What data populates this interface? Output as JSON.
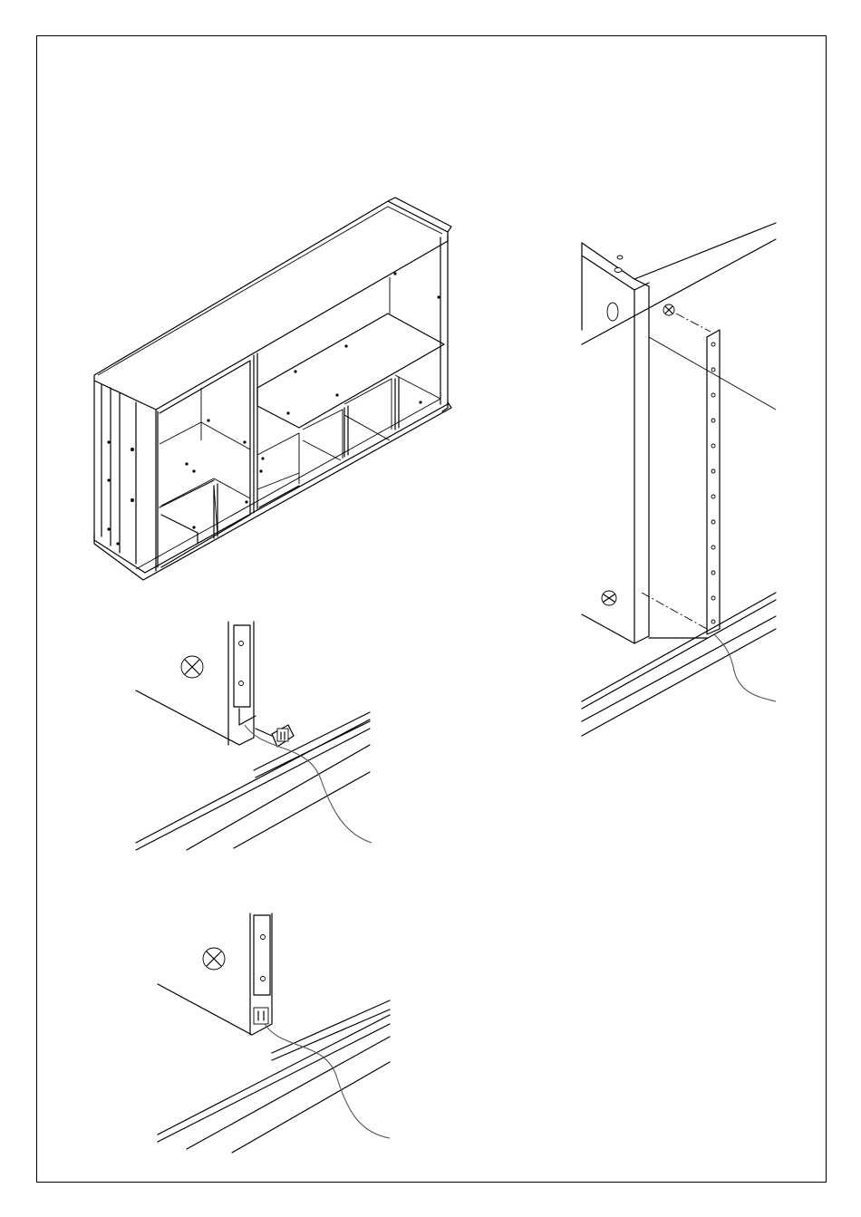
{
  "document": {
    "type": "assembly-instructions",
    "step_text": ""
  },
  "colors": {
    "line": "#000000",
    "cable": "#555555",
    "background": "#ffffff"
  },
  "figures": [
    {
      "name": "cabinet-overview"
    },
    {
      "name": "led-strip-mounting"
    },
    {
      "name": "cable-clip-detail"
    },
    {
      "name": "switch-installed-detail"
    }
  ],
  "icons": [
    "cam-lock-icon",
    "switch-icon",
    "strip-light-icon"
  ]
}
